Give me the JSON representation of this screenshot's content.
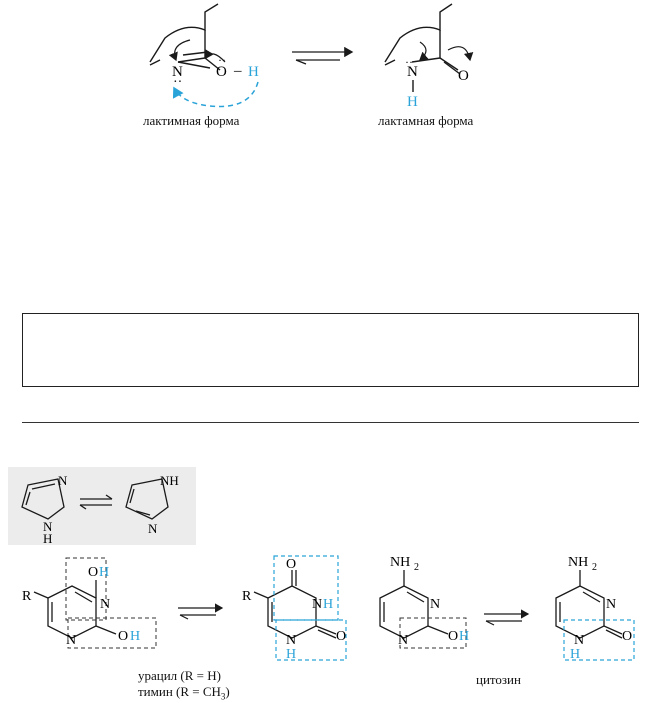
{
  "colors": {
    "accent": "#2aa3d8",
    "ink": "#1a1a1a",
    "panel": "#ececec"
  },
  "top": {
    "lactim_caption": "лактимная форма",
    "lactam_caption": "лактамная форма",
    "atoms": {
      "n": "N",
      "o": "O",
      "oh_bond": "–",
      "h": "H"
    }
  },
  "imidazole": {
    "atoms": {
      "n": "N",
      "h": "H",
      "nh": "NH"
    }
  },
  "bases": {
    "uracil_caption_1": "урацил  (R = H)",
    "thymine_caption_prefix": "тимин  (R = CH",
    "thymine_caption_sub": "3",
    "thymine_caption_suffix": ")",
    "cytosine_caption": "цитозин",
    "atoms": {
      "r": "R",
      "o": "O",
      "h": "H",
      "n": "N",
      "nh": "NH",
      "nh2": "NH",
      "sub2": "2"
    }
  }
}
